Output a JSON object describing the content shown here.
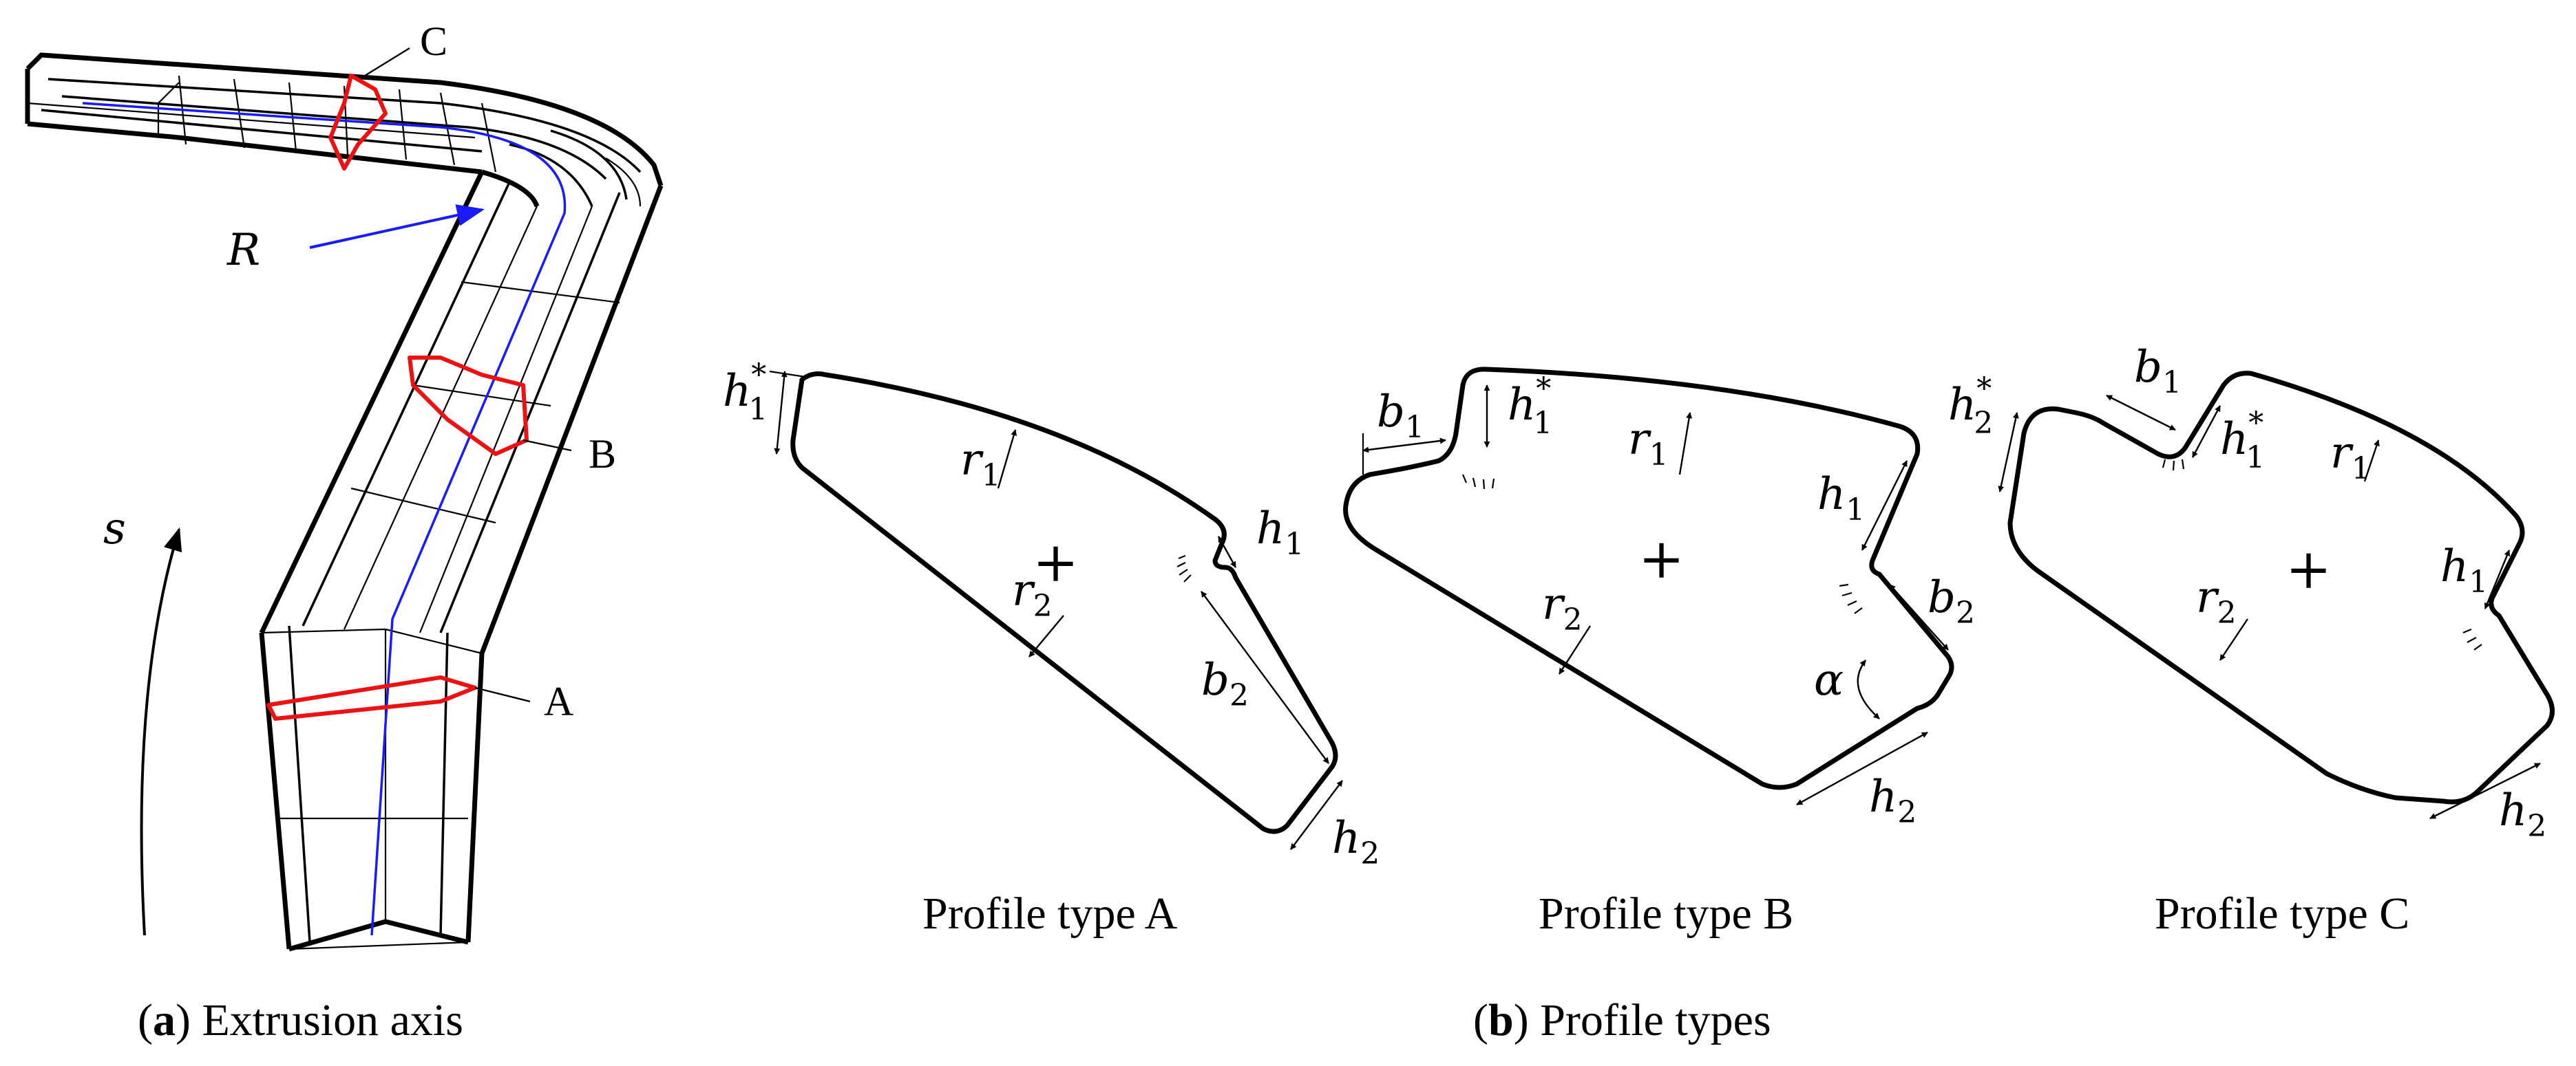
{
  "colors": {
    "axis": "#1a1aff",
    "section": "#ee1111",
    "line": "#000000"
  },
  "panel_a": {
    "caption_tag": "a",
    "caption_text": " Extrusion axis",
    "section_labels": [
      "C",
      "B",
      "A"
    ],
    "axis_label": "R",
    "arc_label": "s"
  },
  "panel_b": {
    "caption_tag": "b",
    "caption_text": " Profile types",
    "profiles": [
      {
        "title": "Profile type A",
        "center_mark": "+",
        "dims": {
          "h1s": "h",
          "h1s_sub": "1",
          "h1s_sup": "*",
          "r1": "r",
          "r1_sub": "1",
          "r2": "r",
          "r2_sub": "2",
          "h1": "h",
          "h1_sub": "1",
          "b2": "b",
          "b2_sub": "2",
          "h2": "h",
          "h2_sub": "2"
        }
      },
      {
        "title": "Profile type B",
        "center_mark": "+",
        "dims": {
          "b1": "b",
          "b1_sub": "1",
          "h1s": "h",
          "h1s_sub": "1",
          "h1s_sup": "*",
          "r1": "r",
          "r1_sub": "1",
          "r2": "r",
          "r2_sub": "2",
          "h1": "h",
          "h1_sub": "1",
          "b2": "b",
          "b2_sub": "2",
          "alpha": "α",
          "h2": "h",
          "h2_sub": "2"
        }
      },
      {
        "title": "Profile type C",
        "center_mark": "+",
        "dims": {
          "h2s": "h",
          "h2s_sub": "2",
          "h2s_sup": "*",
          "b1": "b",
          "b1_sub": "1",
          "h1s": "h",
          "h1s_sub": "1",
          "h1s_sup": "*",
          "r1": "r",
          "r1_sub": "1",
          "r2": "r",
          "r2_sub": "2",
          "h1": "h",
          "h1_sub": "1",
          "h2": "h",
          "h2_sub": "2"
        }
      }
    ]
  }
}
